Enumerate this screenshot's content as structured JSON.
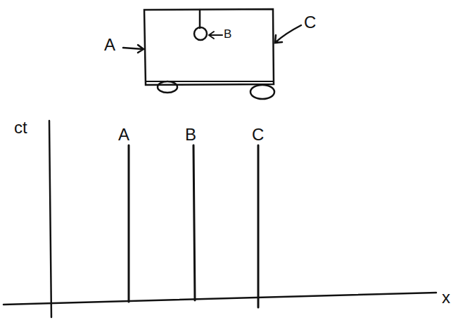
{
  "diagram": {
    "labels": [
      "A",
      "B",
      "C",
      "ct",
      "A",
      "B",
      "C",
      "x"
    ]
  }
}
